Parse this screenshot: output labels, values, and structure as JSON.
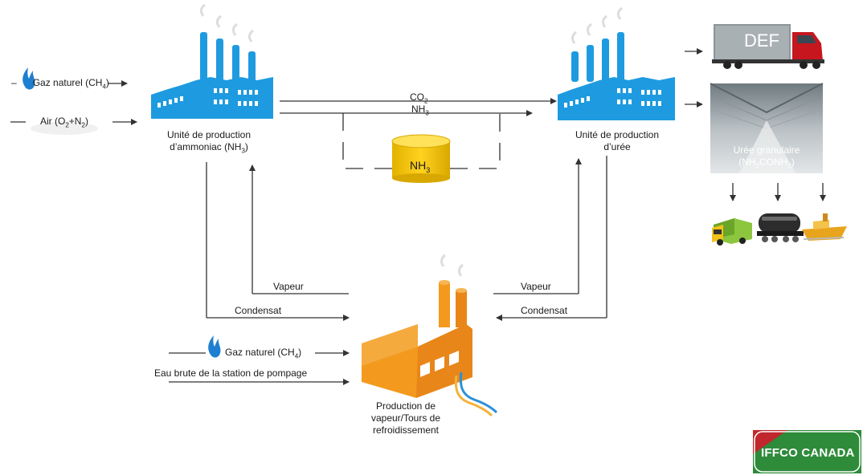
{
  "inputs_top": {
    "gas_prefix": "–",
    "gas_label": "Gaz naturel (CH",
    "gas_sub": "4",
    "gas_suffix": ")",
    "air_label": "Air (O",
    "air_sub1": "2",
    "air_mid": "+N",
    "air_sub2": "2",
    "air_suffix": ")"
  },
  "ammonia_unit": {
    "line1": "Unité de production",
    "line2": "d’ammoniac (NH",
    "line2_sub": "3",
    "line2_suffix": ")"
  },
  "transfer": {
    "co2": "CO",
    "co2_sub": "2",
    "nh3": "NH",
    "nh3_sub": "3"
  },
  "storage_tank": {
    "label": "NH",
    "label_sub": "3",
    "color": "#f5c400"
  },
  "urea_unit": {
    "line1": "Unité de production",
    "line2": "d’urée"
  },
  "truck": {
    "label": "DEF"
  },
  "granular": {
    "line1": "Urée granulaire",
    "line2_a": "(NH",
    "line2_sub1": "2",
    "line2_b": "CONH",
    "line2_sub2": "2",
    "line2_c": ")"
  },
  "flows": {
    "steam_left": "Vapeur",
    "condensate_left": "Condensat",
    "steam_right": "Vapeur",
    "condensate_right": "Condensat"
  },
  "inputs_bottom": {
    "gas_label": "Gaz naturel (CH",
    "gas_sub": "4",
    "gas_suffix": ")",
    "water_label": "Eau brute de la station de pompage"
  },
  "steam_plant": {
    "line1": "Production de",
    "line2": "vapeur/Tours de",
    "line3": "refroidissement"
  },
  "logo": {
    "text": "IFFCO CANADA"
  },
  "colors": {
    "factory_blue": "#1e9be0",
    "factory_orange": "#f39a1e",
    "logo_green": "#2e8b3a",
    "logo_red": "#c0282d",
    "line": "#333333"
  },
  "icons": [
    "flame-icon",
    "factory-icon",
    "storage-tank-icon",
    "truck-icon",
    "rail-tanker-icon",
    "ship-icon",
    "smoke-icon"
  ]
}
